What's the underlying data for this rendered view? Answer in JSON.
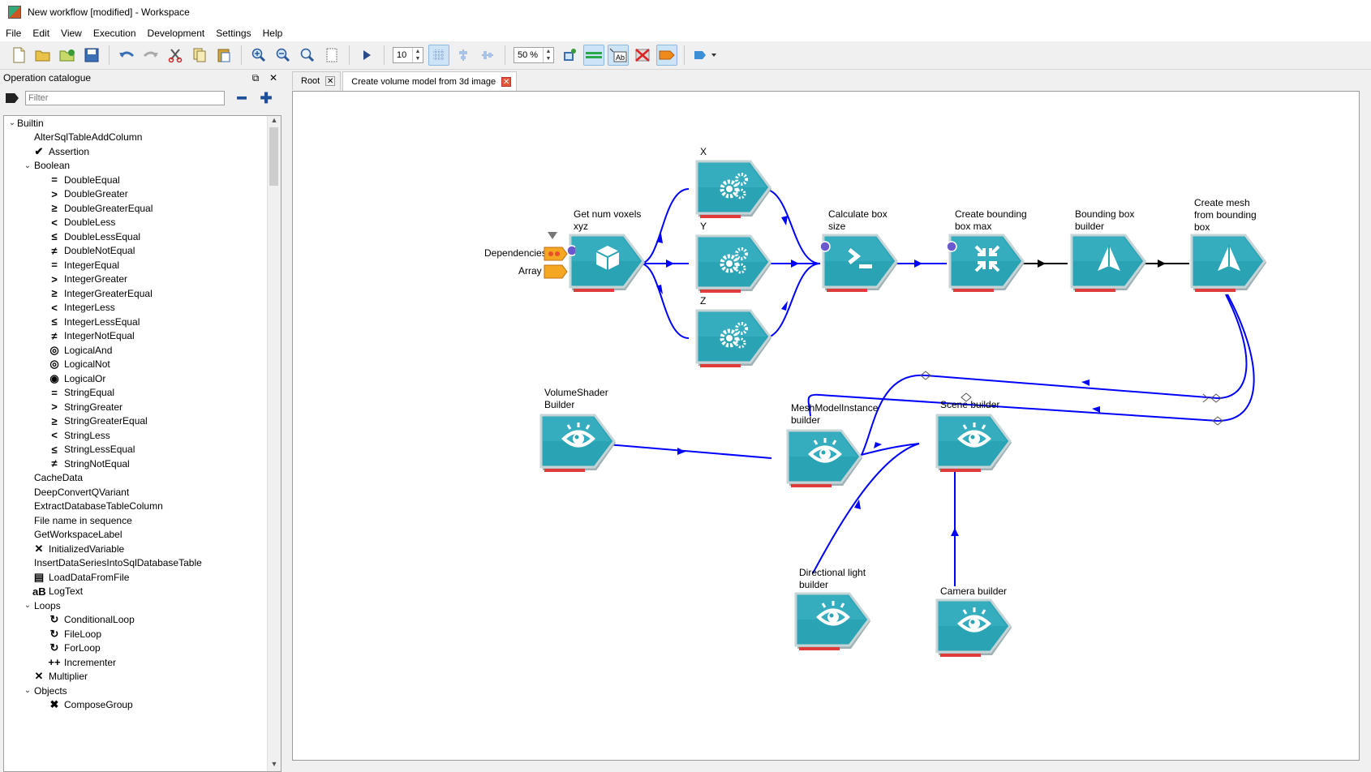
{
  "window": {
    "title": "New workflow [modified] - Workspace"
  },
  "menu": [
    "File",
    "Edit",
    "View",
    "Execution",
    "Development",
    "Settings",
    "Help"
  ],
  "toolbar": {
    "grid_size": "10",
    "zoom": "50 %"
  },
  "catalogue": {
    "title": "Operation catalogue",
    "filter_placeholder": "Filter",
    "items": [
      {
        "label": "Builtin",
        "level": 0,
        "expander": "v",
        "icon": ""
      },
      {
        "label": "AlterSqlTableAddColumn",
        "level": 1,
        "expander": "",
        "icon": ""
      },
      {
        "label": "Assertion",
        "level": 1,
        "expander": "",
        "icon": "✔"
      },
      {
        "label": "Boolean",
        "level": 1,
        "expander": "v",
        "icon": ""
      },
      {
        "label": "DoubleEqual",
        "level": 2,
        "expander": "",
        "icon": "="
      },
      {
        "label": "DoubleGreater",
        "level": 2,
        "expander": "",
        "icon": ">"
      },
      {
        "label": "DoubleGreaterEqual",
        "level": 2,
        "expander": "",
        "icon": "≥"
      },
      {
        "label": "DoubleLess",
        "level": 2,
        "expander": "",
        "icon": "<"
      },
      {
        "label": "DoubleLessEqual",
        "level": 2,
        "expander": "",
        "icon": "≤"
      },
      {
        "label": "DoubleNotEqual",
        "level": 2,
        "expander": "",
        "icon": "≠"
      },
      {
        "label": "IntegerEqual",
        "level": 2,
        "expander": "",
        "icon": "="
      },
      {
        "label": "IntegerGreater",
        "level": 2,
        "expander": "",
        "icon": ">"
      },
      {
        "label": "IntegerGreaterEqual",
        "level": 2,
        "expander": "",
        "icon": "≥"
      },
      {
        "label": "IntegerLess",
        "level": 2,
        "expander": "",
        "icon": "<"
      },
      {
        "label": "IntegerLessEqual",
        "level": 2,
        "expander": "",
        "icon": "≤"
      },
      {
        "label": "IntegerNotEqual",
        "level": 2,
        "expander": "",
        "icon": "≠"
      },
      {
        "label": "LogicalAnd",
        "level": 2,
        "expander": "",
        "icon": "◎"
      },
      {
        "label": "LogicalNot",
        "level": 2,
        "expander": "",
        "icon": "◎"
      },
      {
        "label": "LogicalOr",
        "level": 2,
        "expander": "",
        "icon": "◉"
      },
      {
        "label": "StringEqual",
        "level": 2,
        "expander": "",
        "icon": "="
      },
      {
        "label": "StringGreater",
        "level": 2,
        "expander": "",
        "icon": ">"
      },
      {
        "label": "StringGreaterEqual",
        "level": 2,
        "expander": "",
        "icon": "≥"
      },
      {
        "label": "StringLess",
        "level": 2,
        "expander": "",
        "icon": "<"
      },
      {
        "label": "StringLessEqual",
        "level": 2,
        "expander": "",
        "icon": "≤"
      },
      {
        "label": "StringNotEqual",
        "level": 2,
        "expander": "",
        "icon": "≠"
      },
      {
        "label": "CacheData",
        "level": 1,
        "expander": "",
        "icon": ""
      },
      {
        "label": "DeepConvertQVariant",
        "level": 1,
        "expander": "",
        "icon": ""
      },
      {
        "label": "ExtractDatabaseTableColumn",
        "level": 1,
        "expander": "",
        "icon": ""
      },
      {
        "label": "File name in sequence",
        "level": 1,
        "expander": "",
        "icon": ""
      },
      {
        "label": "GetWorkspaceLabel",
        "level": 1,
        "expander": "",
        "icon": ""
      },
      {
        "label": "InitializedVariable",
        "level": 1,
        "expander": "",
        "icon": "✕"
      },
      {
        "label": "InsertDataSeriesIntoSqlDatabaseTable",
        "level": 1,
        "expander": "",
        "icon": ""
      },
      {
        "label": "LoadDataFromFile",
        "level": 1,
        "expander": "",
        "icon": "▤"
      },
      {
        "label": "LogText",
        "level": 1,
        "expander": "",
        "icon": "aB"
      },
      {
        "label": "Loops",
        "level": 1,
        "expander": "v",
        "icon": ""
      },
      {
        "label": "ConditionalLoop",
        "level": 2,
        "expander": "",
        "icon": "↻"
      },
      {
        "label": "FileLoop",
        "level": 2,
        "expander": "",
        "icon": "↻"
      },
      {
        "label": "ForLoop",
        "level": 2,
        "expander": "",
        "icon": "↻"
      },
      {
        "label": "Incrementer",
        "level": 2,
        "expander": "",
        "icon": "++"
      },
      {
        "label": "Multiplier",
        "level": 1,
        "expander": "",
        "icon": "✕"
      },
      {
        "label": "Objects",
        "level": 1,
        "expander": "v",
        "icon": ""
      },
      {
        "label": "ComposeGroup",
        "level": 2,
        "expander": "",
        "icon": "✖"
      }
    ]
  },
  "tabs": [
    {
      "label": "Root",
      "active": false
    },
    {
      "label": "Create volume model from 3d image",
      "active": true
    }
  ],
  "workflow": {
    "inputs": {
      "dependencies": "Dependencies",
      "array": "Array"
    },
    "nodes": {
      "get_num_voxels": {
        "label": "Get num voxels xyz",
        "icon": "cube-icon"
      },
      "x": {
        "label": "X",
        "icon": "gears-icon"
      },
      "y": {
        "label": "Y",
        "icon": "gears-icon"
      },
      "z": {
        "label": "Z",
        "icon": "gears-icon"
      },
      "calc_box_size": {
        "label": "Calculate box size",
        "icon": "terminal-icon"
      },
      "create_bbox_max": {
        "label": "Create bounding box max",
        "icon": "compress-icon"
      },
      "bbox_builder": {
        "label": "Bounding box builder",
        "icon": "pyramid-icon"
      },
      "create_mesh": {
        "label": "Create mesh from bounding box",
        "icon": "pyramid-icon"
      },
      "volume_shader": {
        "label": "VolumeShader Builder",
        "icon": "eye-icon"
      },
      "mesh_model_instance": {
        "label": "MeshModelInstance builder",
        "icon": "eye-icon"
      },
      "scene_builder": {
        "label": "Scene builder",
        "icon": "eye-icon"
      },
      "directional_light": {
        "label": "Directional light builder",
        "icon": "eye-icon"
      },
      "camera_builder": {
        "label": "Camera builder",
        "icon": "eye-icon"
      }
    }
  },
  "colors": {
    "node_teal": "#2aa3b5",
    "node_teal_dark": "#167a8a",
    "wire_blue": "#0000ff",
    "wire_black": "#000000",
    "status_red": "#e03c3c",
    "pin_orange": "#f5a623"
  }
}
